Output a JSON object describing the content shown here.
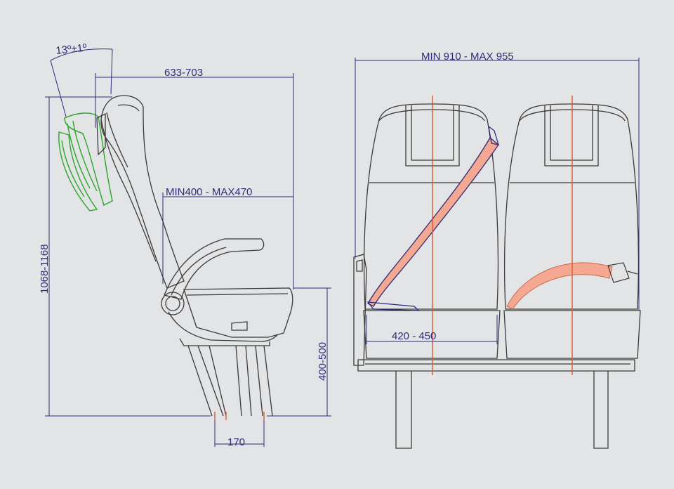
{
  "colors": {
    "background": "#e3e4e6",
    "outline": "#3a3a3a",
    "dimension": "#2f2a7a",
    "recline": "#2aa52a",
    "centerline": "#e2552a",
    "belt_fill": "#f4a892"
  },
  "side_view": {
    "recline_angle": "13º±1º",
    "depth": "633-703",
    "seat_depth": "MIN400 - MAX470",
    "total_height": "1068-1168",
    "seat_height": "400-500",
    "leg_spacing": "170"
  },
  "front_view": {
    "total_width": "MIN 910 - MAX 955",
    "seat_width": "420 - 450"
  }
}
